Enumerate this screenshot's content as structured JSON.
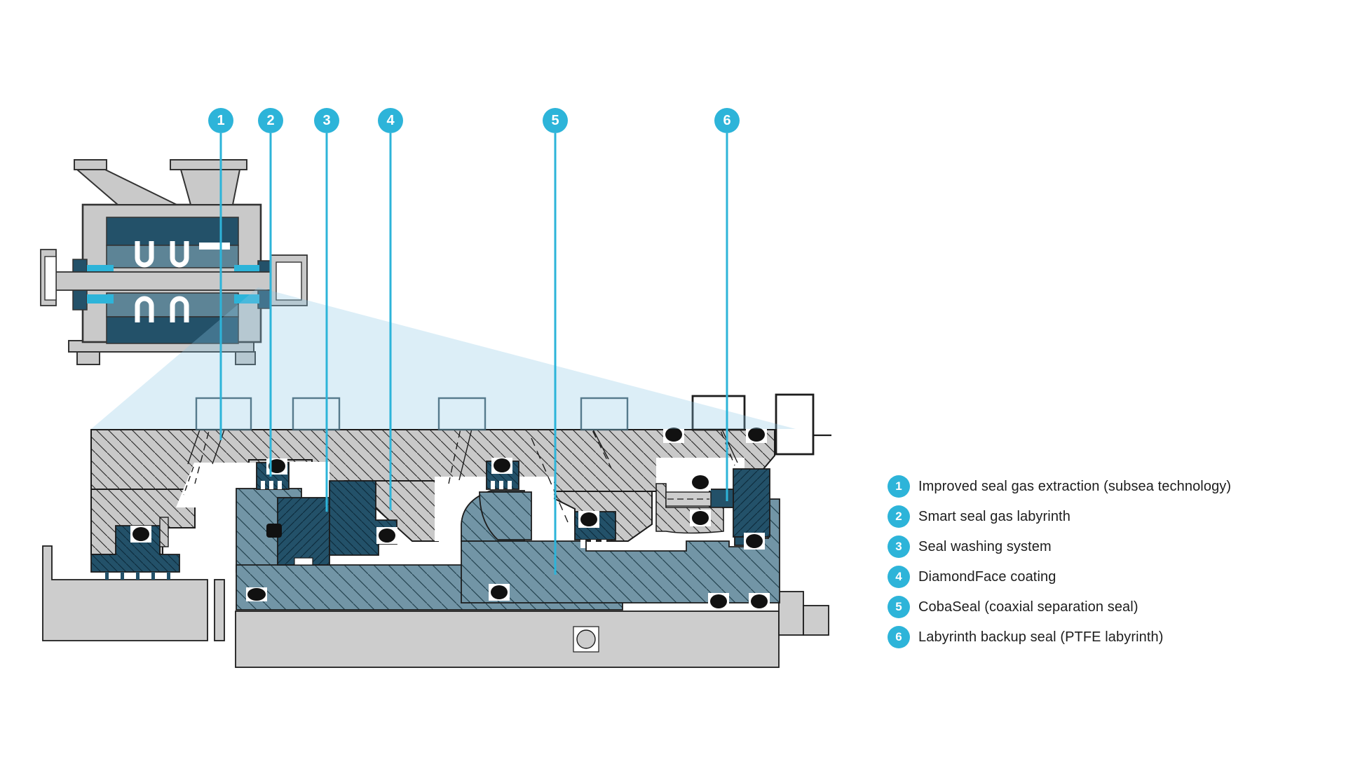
{
  "figure": {
    "type": "technical-cutaway-diagram",
    "subject": "compressor dry gas seal cross-section with overview compressor drawing"
  },
  "colors": {
    "accent": "#2db4d9",
    "housing_gray": "#c9c9c9",
    "sleeve_teal": "#7295a6",
    "seal_navy": "#235169",
    "beam_blue": "#e2f0f8",
    "outline": "#1c1c1c",
    "legend_text": "#1d1d1d"
  },
  "callouts": [
    {
      "number": "1",
      "label": "Improved seal gas extraction (subsea technology)"
    },
    {
      "number": "2",
      "label": "Smart seal gas labyrinth"
    },
    {
      "number": "3",
      "label": "Seal washing system"
    },
    {
      "number": "4",
      "label": "DiamondFace coating"
    },
    {
      "number": "5",
      "label": "CobaSeal (coaxial separation seal)"
    },
    {
      "number": "6",
      "label": "Labyrinth backup seal (PTFE labyrinth)"
    }
  ],
  "legend": {
    "items": [
      {
        "number": "1",
        "label": "Improved seal gas extraction (subsea technology)"
      },
      {
        "number": "2",
        "label": "Smart seal gas labyrinth"
      },
      {
        "number": "3",
        "label": "Seal washing system"
      },
      {
        "number": "4",
        "label": "DiamondFace coating"
      },
      {
        "number": "5",
        "label": "CobaSeal (coaxial separation seal)"
      },
      {
        "number": "6",
        "label": "Labyrinth backup seal (PTFE labyrinth)"
      }
    ]
  }
}
